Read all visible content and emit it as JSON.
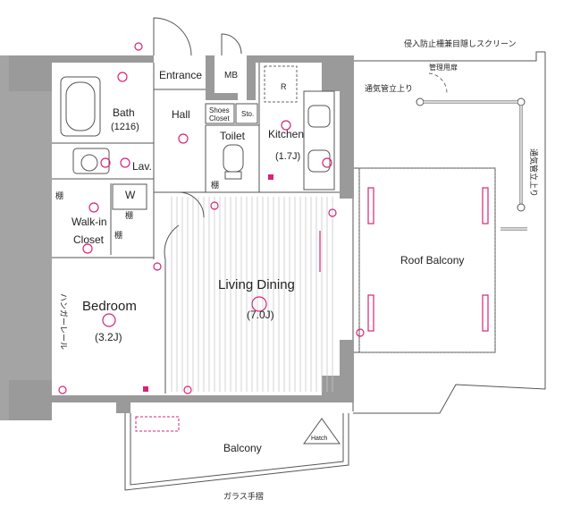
{
  "rooms": {
    "entrance": "Entrance",
    "mb": "MB",
    "bath": "Bath",
    "bath_size": "(1216)",
    "hall": "Hall",
    "shoes_closet_1": "Shoes",
    "shoes_closet_2": "Closet",
    "storage": "Sto.",
    "toilet": "Toilet",
    "kitchen": "Kitchen",
    "kitchen_size": "(1.7J)",
    "lav": "Lav.",
    "washer": "W",
    "walkin_1": "Walk-in",
    "walkin_2": "Closet",
    "shelf": "棚",
    "bedroom": "Bedroom",
    "bedroom_size": "(3.2J)",
    "living": "Living Dining",
    "living_size": "(7.0J)",
    "hanger_rail": "ハンガーレール",
    "roof_balcony": "Roof Balcony",
    "balcony": "Balcony",
    "hatch": "Hatch",
    "fridge": "R"
  },
  "notes": {
    "screen": "侵入防止柵兼目隠しスクリーン",
    "mgmt_door": "管理用扉",
    "vent_1": "通気管立上り",
    "vent_2": "通気管立上り",
    "glass_rail": "ガラス手摺"
  }
}
